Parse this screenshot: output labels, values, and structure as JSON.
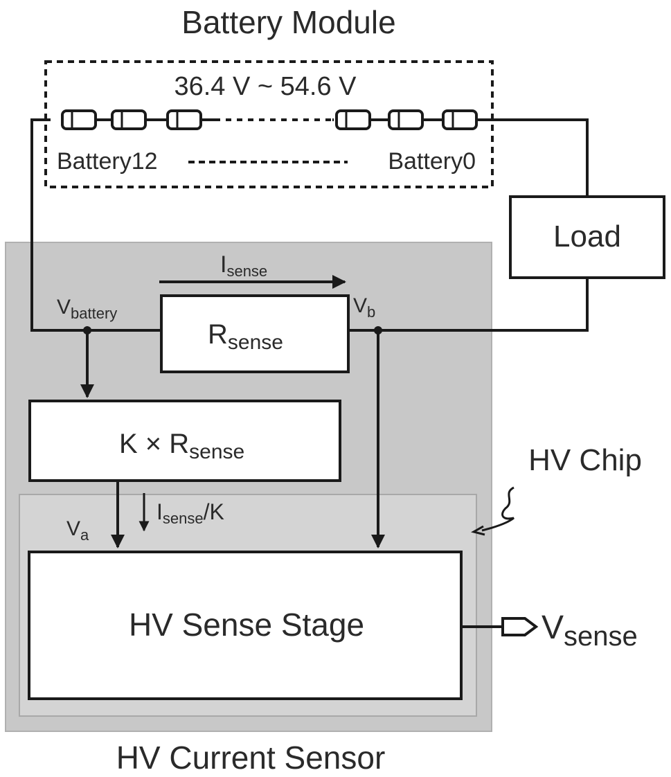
{
  "battery_module": {
    "title": "Battery Module",
    "voltage_range": "36.4 V ~ 54.6 V",
    "left_cell_label": "Battery12",
    "right_cell_label": "Battery0"
  },
  "load": {
    "label": "Load"
  },
  "current_sensor": {
    "title": "HV Current Sensor",
    "isense": {
      "main": "I",
      "sub": "sense"
    },
    "vbattery": {
      "main": "V",
      "sub": "battery"
    },
    "vb": {
      "main": "V",
      "sub": "b"
    },
    "rsense": {
      "main": "R",
      "sub": "sense"
    },
    "k_rsense": {
      "prefix": "K × R",
      "sub": "sense"
    },
    "va": {
      "main": "V",
      "sub": "a"
    },
    "isense_k": {
      "main": "I",
      "sub": "sense",
      "suffix": "/K"
    }
  },
  "hv_chip": {
    "title": "HV Chip",
    "stage_label": "HV Sense Stage"
  },
  "output": {
    "main": "V",
    "sub": "sense"
  },
  "colors": {
    "sensor_fill": "#c8c8c8",
    "chip_fill": "#d4d4d4",
    "line": "#1a1a1a"
  }
}
